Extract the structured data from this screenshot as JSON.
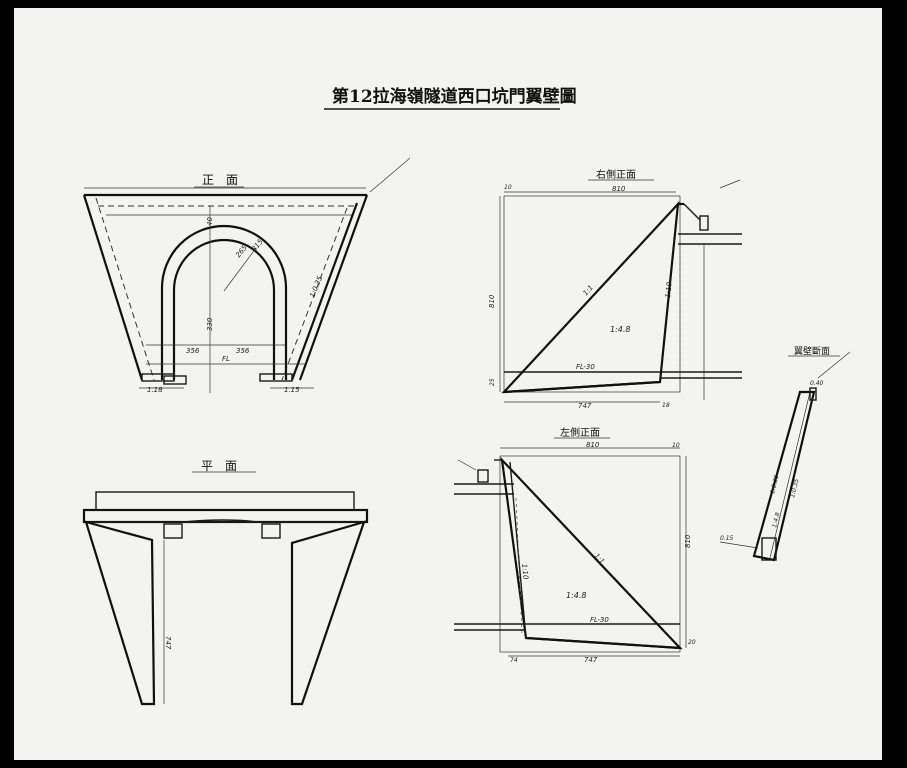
{
  "title": "第12拉海嶺隧道西口坑門翼壁圖",
  "views": {
    "front": {
      "label": "正　面",
      "dims": {
        "radius": "265",
        "radius2": "315",
        "height": "330",
        "half_left": "356",
        "half_right": "356",
        "fl": "FL",
        "slope": "1:0.35",
        "base_left": "1.18",
        "base_right": "1.15",
        "note": "40"
      }
    },
    "plan": {
      "label": "平　面",
      "dims": {
        "length": "747"
      }
    },
    "right_side": {
      "label": "右側正面",
      "dims": {
        "top": "810",
        "height": "810",
        "small": "10",
        "ratio_face": "1:1",
        "ratio_back": "1:10",
        "inner": "1:4.8",
        "fl": "FL-30",
        "base": "747",
        "base_side": "18",
        "level": "25"
      }
    },
    "left_side": {
      "label": "左側正面",
      "dims": {
        "top": "810",
        "height": "810",
        "small": "10",
        "ratio_face": "1:1",
        "ratio_back": "1:10",
        "inner": "1:4.8",
        "fl": "FL-30",
        "base": "747",
        "base_side": "74",
        "level": "20"
      }
    },
    "section": {
      "label": "翼壁斷面",
      "dims": {
        "top": "0.40",
        "ratio1": "1:0.35",
        "ratio2": "1:0.35",
        "ratio3": "1:4.8",
        "base": "0.15"
      }
    }
  }
}
